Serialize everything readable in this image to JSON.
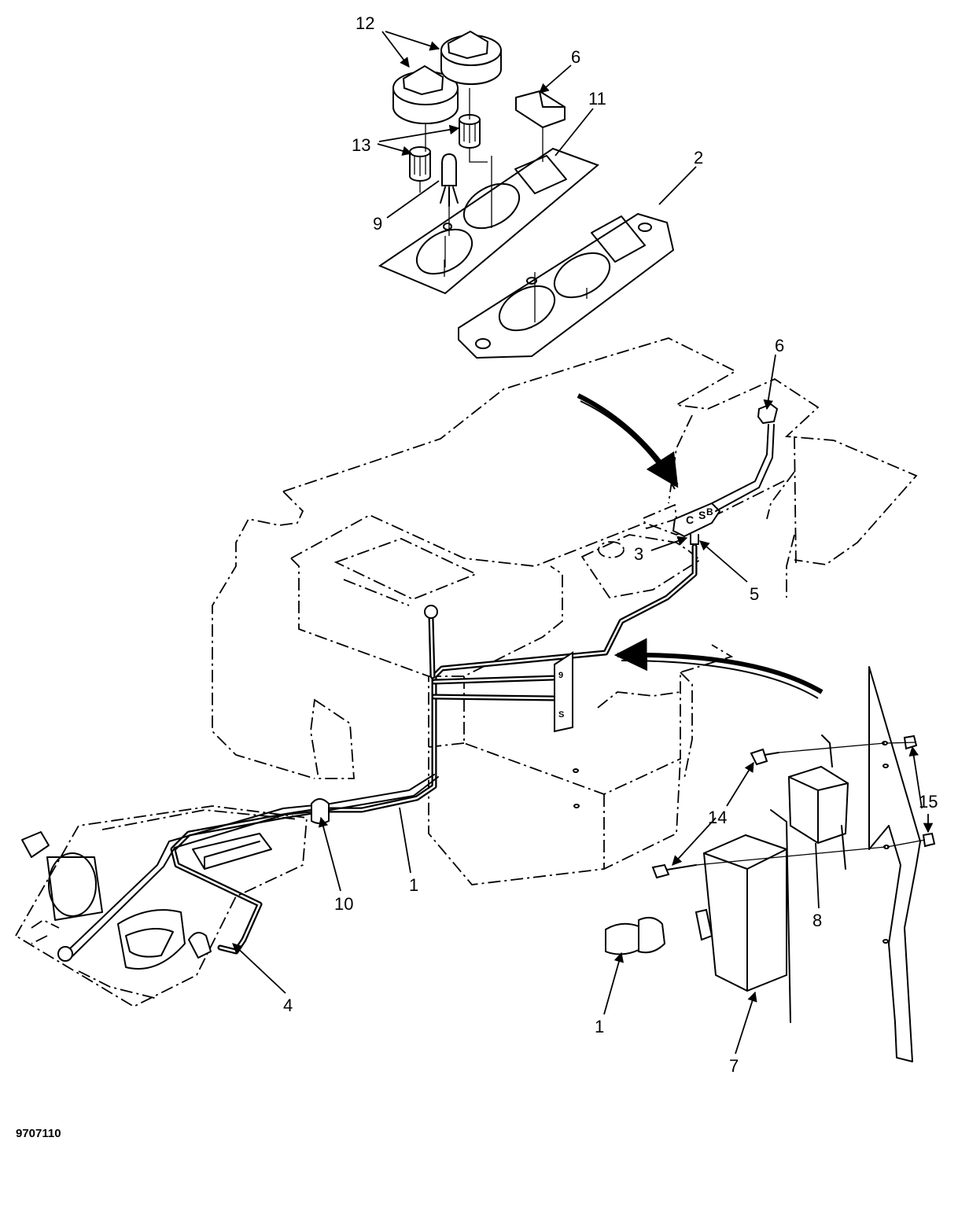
{
  "figure_code": "9707110",
  "callouts": {
    "c12": "12",
    "c6a": "6",
    "c11": "11",
    "c13": "13",
    "c2": "2",
    "c9": "9",
    "c6b": "6",
    "c3": "3",
    "c5": "5",
    "c1a": "1",
    "c10": "10",
    "c4": "4",
    "c14": "14",
    "c15": "15",
    "c8": "8",
    "c1b": "1",
    "c7": "7"
  },
  "tag_text": {
    "top": "9",
    "bottom": "S"
  },
  "colors": {
    "ink": "#000000",
    "paper": "#ffffff"
  }
}
